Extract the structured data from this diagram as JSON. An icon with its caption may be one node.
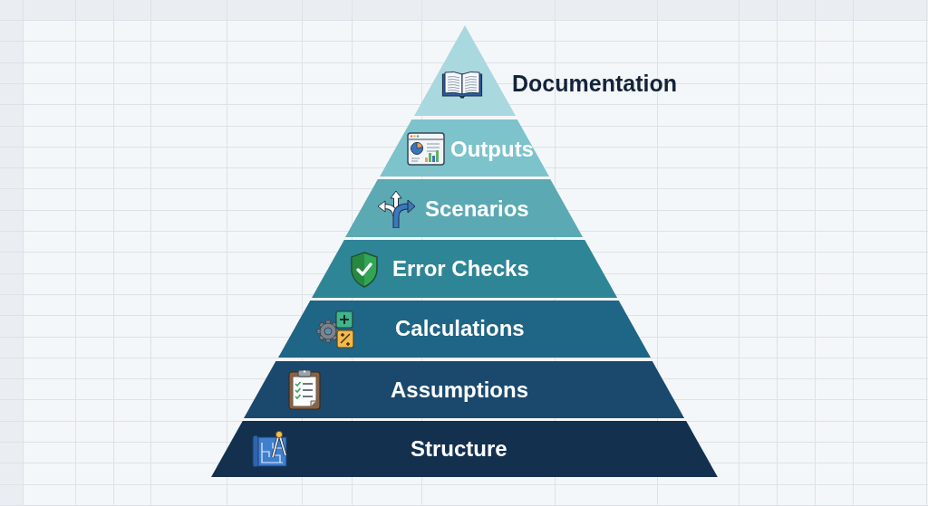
{
  "diagram": {
    "nodes": [
      {
        "text": [
          "Documentation"
        ]
      },
      {
        "text": [
          "Outputs"
        ]
      },
      {
        "text": [
          "Scenarios"
        ]
      },
      {
        "text": [
          "Error Checks"
        ]
      },
      {
        "text": [
          "Calculations"
        ]
      },
      {
        "text": [
          "Assumptions"
        ]
      },
      {
        "text": [
          "Structure"
        ]
      }
    ]
  }
}
